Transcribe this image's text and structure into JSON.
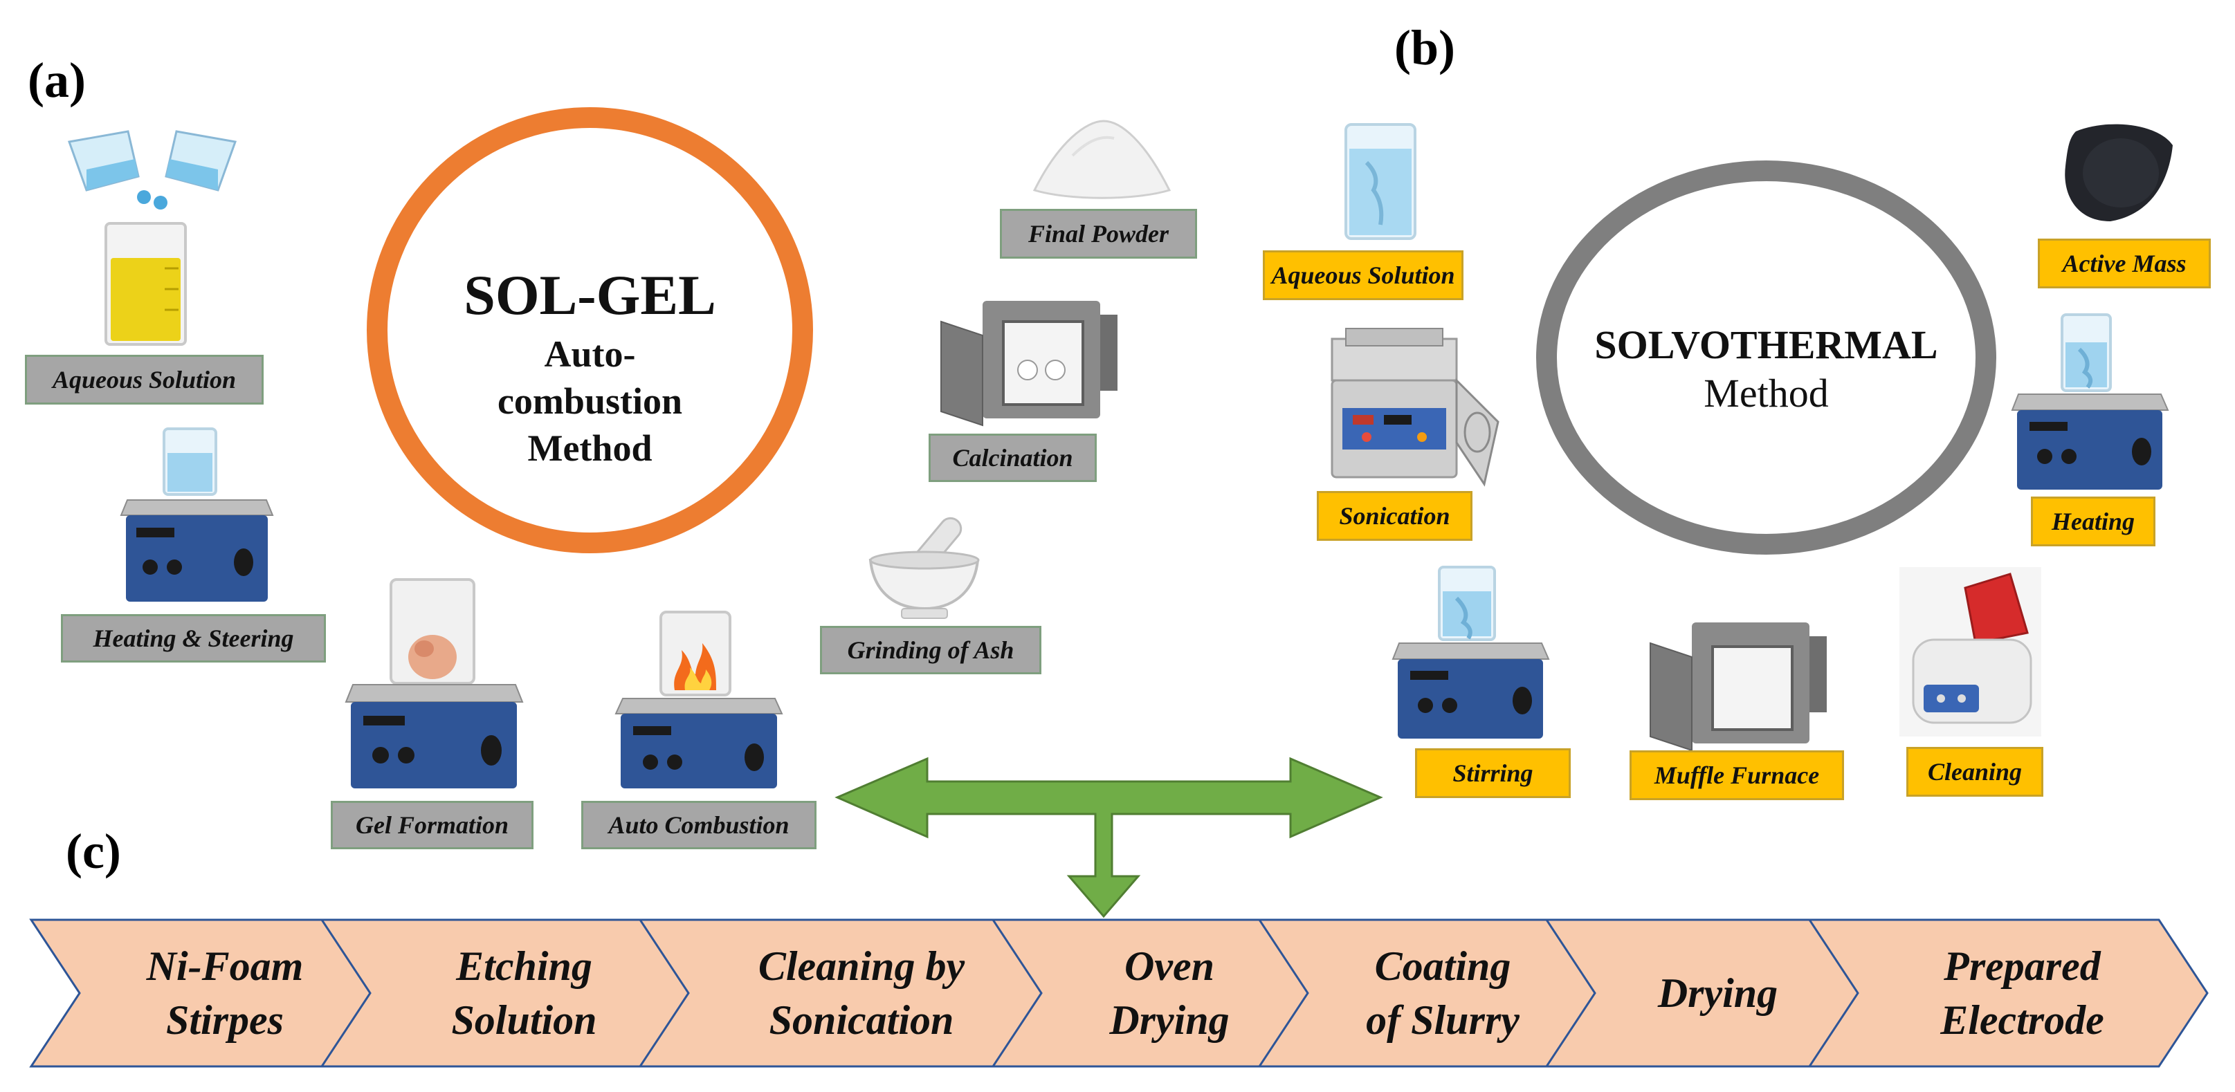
{
  "panels": {
    "a": "(a)",
    "b": "(b)",
    "c": "(c)"
  },
  "solgel": {
    "line1": "SOL-GEL",
    "line2": "Auto-",
    "line3": "combustion",
    "line4": "Method",
    "ring_color": "#ed7d31"
  },
  "solvothermal": {
    "line1": "SOLVOTHERMAL",
    "line2": "Method",
    "ring_color": "#7f7f7f"
  },
  "labels_a": {
    "aqueous": "Aqueous Solution",
    "heating": "Heating & Steering",
    "gel": "Gel Formation",
    "auto": "Auto Combustion",
    "grinding": "Grinding of Ash",
    "calcination": "Calcination",
    "powder": "Final  Powder"
  },
  "labels_b": {
    "aqueous": "Aqueous Solution",
    "sonication": "Sonication",
    "stirring": "Stirring",
    "muffle": "Muffle Furnace",
    "cleaning": "Cleaning",
    "heating": "Heating",
    "active": "Active Mass"
  },
  "steps": [
    {
      "label": "Ni-Foam\nStirpes"
    },
    {
      "label": "Etching\nSolution"
    },
    {
      "label": "Cleaning by\nSonication"
    },
    {
      "label": "Oven\nDrying"
    },
    {
      "label": "Coating\nof Slurry"
    },
    {
      "label": "Drying"
    },
    {
      "label": "Prepared\nElectrode"
    }
  ],
  "colors": {
    "step_fill": "#f8cbad",
    "step_stroke": "#2e5597",
    "arrow_green": "#70ad47",
    "label_gray": "#a6a6a6",
    "label_yellow": "#ffc000"
  }
}
